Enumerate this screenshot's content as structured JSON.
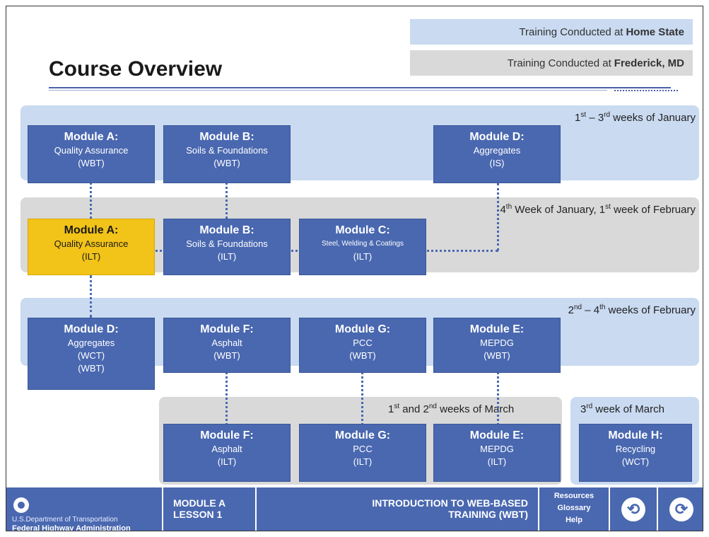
{
  "legend": {
    "home_prefix": "Training Conducted at",
    "home_bold": "Home State",
    "fred_prefix": "Training Conducted at",
    "fred_bold": "Frederick, MD"
  },
  "page_title": "Course Overview",
  "bands": {
    "b1": {
      "n1": "1",
      "s1": "st",
      "mid": " – 3",
      "s2": "rd",
      "tail": " weeks of January"
    },
    "b2": {
      "n1": "4",
      "s1": "th",
      "mid": " Week of January, 1",
      "s2": "st",
      "tail": " week of February"
    },
    "b3": {
      "n1": "2",
      "s1": "nd",
      "mid": " – 4",
      "s2": "th",
      "tail": " weeks of February"
    },
    "b4": {
      "n1": "1",
      "s1": "st",
      "mid": " and 2",
      "s2": "nd",
      "tail": " weeks of March"
    },
    "b5": {
      "n1": "3",
      "s1": "rd",
      "tail": " week of March"
    }
  },
  "modules": {
    "a_wbt": {
      "name": "Module A:",
      "sub1": "Quality Assurance",
      "sub2": "(WBT)"
    },
    "b_wbt": {
      "name": "Module B:",
      "sub1": "Soils & Foundations",
      "sub2": "(WBT)"
    },
    "d_is": {
      "name": "Module D:",
      "sub1": "Aggregates",
      "sub2": "(IS)"
    },
    "a_ilt": {
      "name": "Module A:",
      "sub1": "Quality Assurance",
      "sub2": "(ILT)"
    },
    "b_ilt": {
      "name": "Module B:",
      "sub1": "Soils & Foundations",
      "sub2": "(ILT)"
    },
    "c_ilt": {
      "name": "Module C:",
      "sub1": "Steel, Welding & Coatings",
      "sub2": "(ILT)"
    },
    "d_wct": {
      "name": "Module D:",
      "sub1": "Aggregates",
      "sub2": "(WCT)",
      "sub3": "(WBT)"
    },
    "f_wbt": {
      "name": "Module F:",
      "sub1": "Asphalt",
      "sub2": "(WBT)"
    },
    "g_wbt": {
      "name": "Module G:",
      "sub1": "PCC",
      "sub2": "(WBT)"
    },
    "e_wbt": {
      "name": "Module E:",
      "sub1": "MEPDG",
      "sub2": "(WBT)"
    },
    "f_ilt": {
      "name": "Module F:",
      "sub1": "Asphalt",
      "sub2": "(ILT)"
    },
    "g_ilt": {
      "name": "Module G:",
      "sub1": "PCC",
      "sub2": "(ILT)"
    },
    "e_ilt": {
      "name": "Module E:",
      "sub1": "MEPDG",
      "sub2": "(ILT)"
    },
    "h_wct": {
      "name": "Module H:",
      "sub1": "Recycling",
      "sub2": "(WCT)"
    }
  },
  "footer": {
    "dept": "U.S.Department of Transportation",
    "agency": "Federal Highway Administration",
    "module_line1": "MODULE A",
    "module_line2": "LESSON 1",
    "course_line1": "INTRODUCTION TO WEB-BASED",
    "course_line2": "TRAINING (WBT)",
    "resources": "Resources",
    "glossary": "Glossary",
    "help": "Help",
    "back_glyph": "⟲",
    "next_glyph": "⟳"
  },
  "colors": {
    "blue_band": "#c9daf1",
    "gray_band": "#d9d9d9",
    "module_blue": "#4a68b0",
    "highlight": "#f2c318"
  }
}
